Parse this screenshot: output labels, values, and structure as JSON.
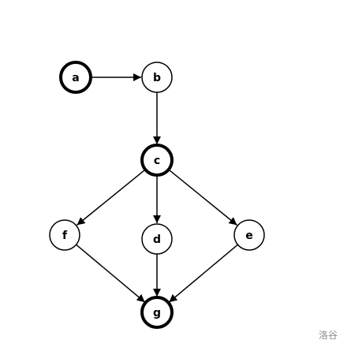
{
  "diagram": {
    "nodes": [
      {
        "id": "a",
        "label": "a",
        "highlighted": true
      },
      {
        "id": "b",
        "label": "b",
        "highlighted": false
      },
      {
        "id": "c",
        "label": "c",
        "highlighted": true
      },
      {
        "id": "d",
        "label": "d",
        "highlighted": false
      },
      {
        "id": "e",
        "label": "e",
        "highlighted": false
      },
      {
        "id": "f",
        "label": "f",
        "highlighted": false
      },
      {
        "id": "g",
        "label": "g",
        "highlighted": true
      }
    ],
    "edges": [
      {
        "from": "a",
        "to": "b"
      },
      {
        "from": "b",
        "to": "c"
      },
      {
        "from": "c",
        "to": "f"
      },
      {
        "from": "c",
        "to": "d"
      },
      {
        "from": "c",
        "to": "e"
      },
      {
        "from": "f",
        "to": "g"
      },
      {
        "from": "d",
        "to": "g"
      },
      {
        "from": "e",
        "to": "g"
      }
    ]
  },
  "watermark": "洛谷"
}
